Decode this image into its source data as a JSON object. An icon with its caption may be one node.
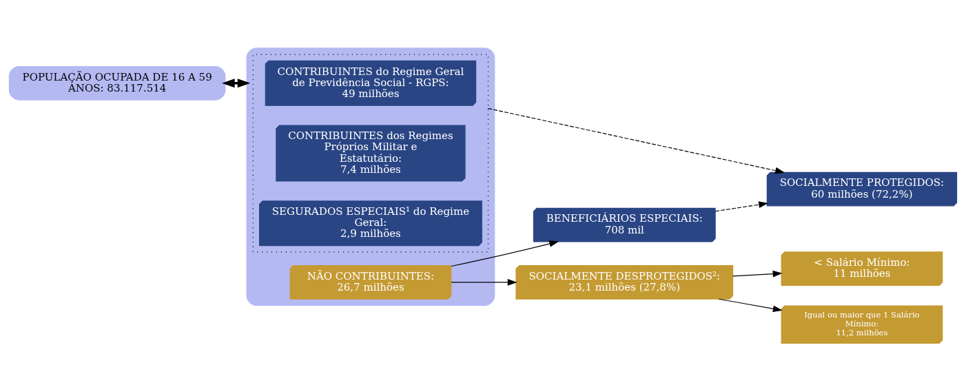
{
  "diagram": {
    "nodes": [
      {
        "text": [
          "POPULAÇÃO OCUPADA DE 16 A 59 ANOS: 83.117.514"
        ]
      },
      {
        "text": [],
        "shape": "box"
      },
      {
        "text": [],
        "shape": "box",
        "in": 1
      },
      {
        "text": [
          "CONTRIBUINTES do Regime Geral de Previdência Social - RGPS:",
          "49 milhões"
        ],
        "in": 2
      },
      {
        "text": [
          "CONTRIBUINTES dos Regimes Próprios Militar e Estatutário:",
          "7,4 milhões"
        ],
        "in": 2
      },
      {
        "text": [
          "SEGURADOS ESPECIAIS¹ do Regime Geral:",
          "2,9 milhões"
        ],
        "in": 2
      },
      {
        "text": [
          "NÃO CONTRIBUINTES:",
          "26,7 milhões"
        ],
        "in": 1
      },
      {
        "text": [
          "BENEFICIÁRIOS ESPECIAIS:",
          "708 mil"
        ]
      },
      {
        "text": [
          "SOCIALMENTE DESPROTEGIDOS²:",
          "23,1 milhões (27,8%)"
        ]
      },
      {
        "text": [
          "< Salário Mínimo:",
          "11 milhões"
        ]
      },
      {
        "text": [
          "Igual ou maior que 1 Salário Mínimo:",
          "11,2 milhões"
        ]
      },
      {
        "text": [
          "SOCIALMENTE PROTEGIDOS:",
          "60 milhões (72,2%)"
        ]
      }
    ],
    "edges": [
      {
        "from": 0,
        "to": 1,
        "arrow": "both",
        "style": "thick"
      },
      {
        "from": 6,
        "to": 7,
        "arrow": "to"
      },
      {
        "from": 6,
        "to": 8,
        "arrow": "to"
      },
      {
        "from": 7,
        "to": 11,
        "arrow": "to",
        "style": "dashed"
      },
      {
        "from": 2,
        "to": 11,
        "arrow": "to",
        "style": "dashed"
      },
      {
        "from": 8,
        "to": 9,
        "arrow": "to"
      },
      {
        "from": 8,
        "to": 10,
        "arrow": "to"
      }
    ]
  }
}
